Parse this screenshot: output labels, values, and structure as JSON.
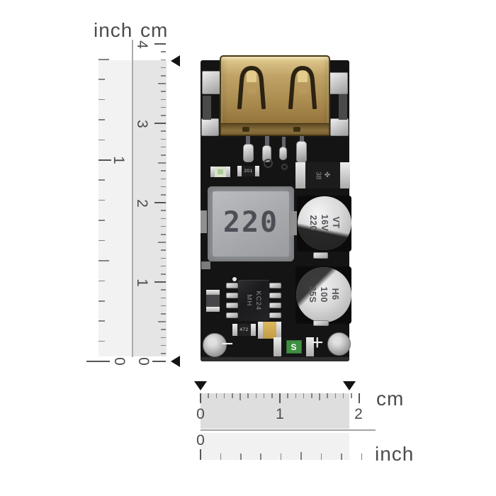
{
  "rulers": {
    "vertical": {
      "inch_label": "inch",
      "cm_label": "cm",
      "cm_numbers": [
        "0",
        "1",
        "2",
        "3",
        "4"
      ],
      "inch_numbers": [
        "0",
        "1"
      ]
    },
    "horizontal": {
      "cm_label": "cm",
      "inch_label": "inch",
      "cm_numbers": [
        "0",
        "1",
        "2"
      ],
      "inch_numbers": [
        "0"
      ]
    }
  },
  "board": {
    "inductor_marking": "220",
    "capacitor_large_columns": [
      "220",
      "16V",
      "VT"
    ],
    "capacitor_small_columns": [
      "35S",
      "100",
      "H6"
    ],
    "ic_columns": [
      "MH",
      "KC24"
    ],
    "diode_marking": "38",
    "diode_logo_glyph": "✤",
    "resistor_top_marking": "201",
    "resistor_bottom_marking": "472",
    "fuse_marking": "S",
    "negative_terminal_label": "−",
    "positive_terminal_label": "+"
  },
  "colors": {
    "pcb": "#141414",
    "usb_gold": "#b3935a",
    "solder_silver": "#c9c9c9",
    "inductor_body": "#a8abae",
    "capacitor_silver": "#d9d9d9",
    "fuse_green": "#3e8f41",
    "ruler_band_cm": "#e5e5e5",
    "ruler_band_inch": "#f2f2f2",
    "marker": "#131313"
  }
}
